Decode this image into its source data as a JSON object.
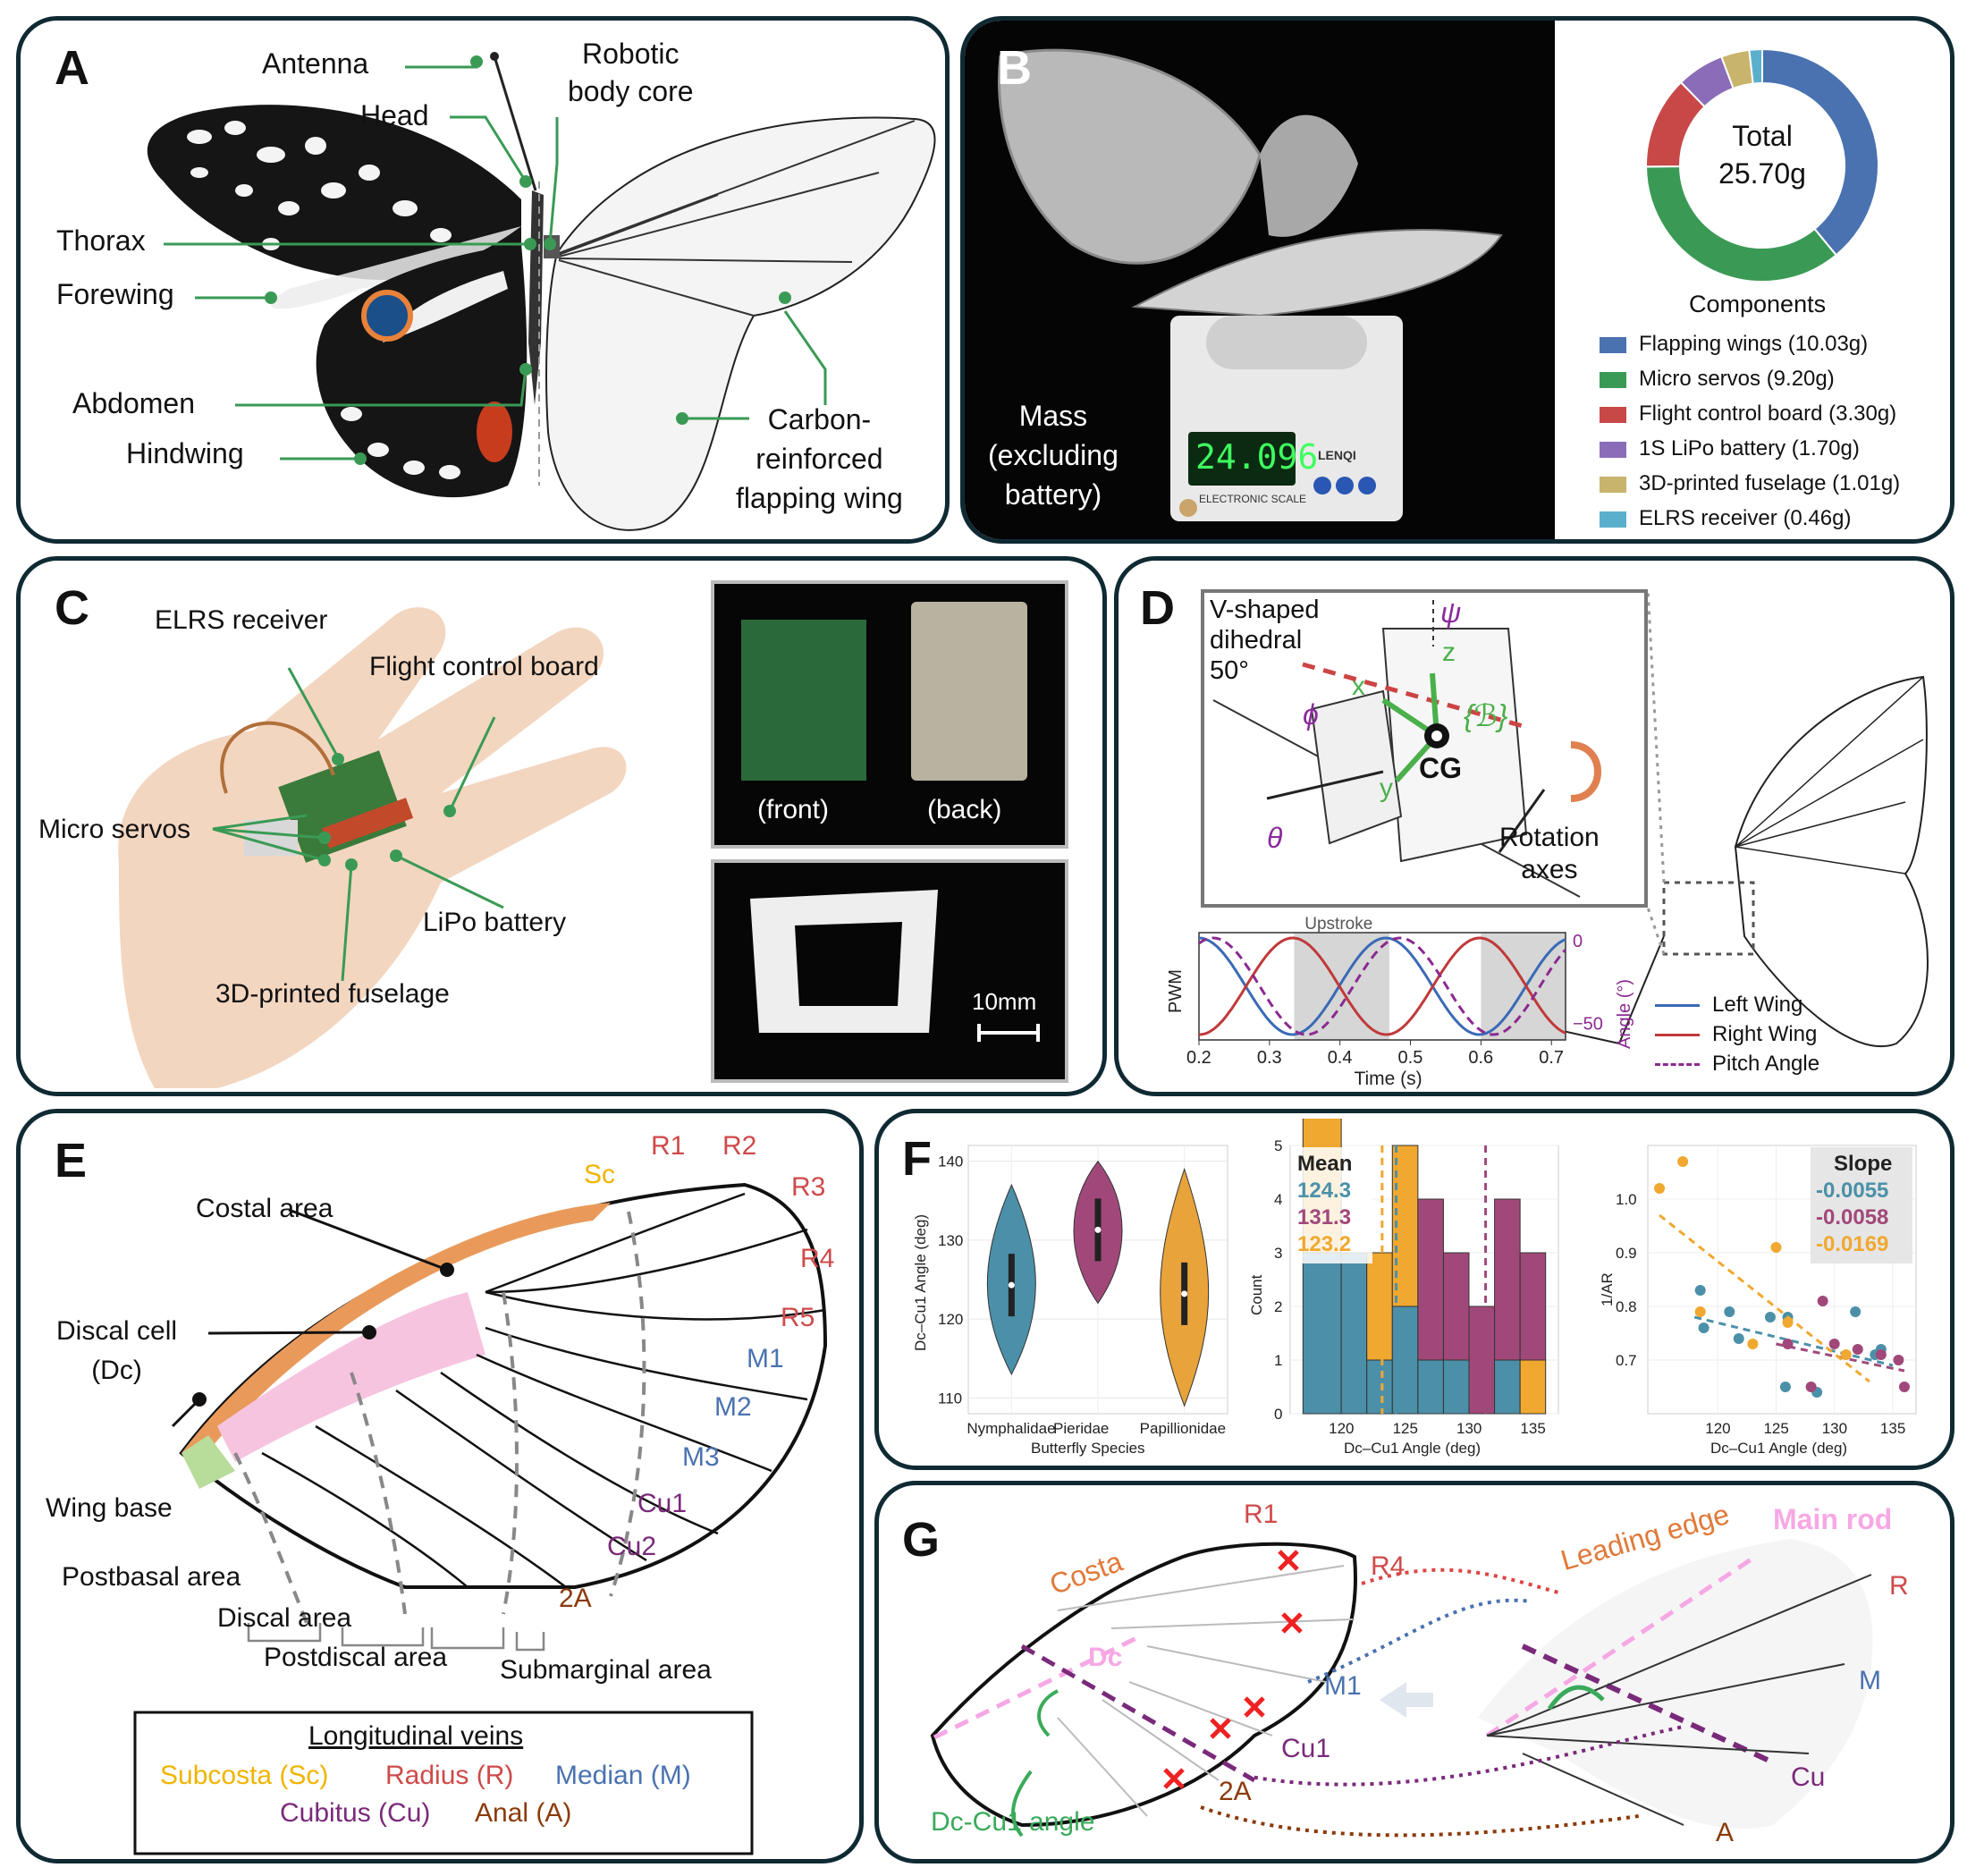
{
  "panels": {
    "A": {
      "label": "A",
      "antenna": "Antenna",
      "head": "Head",
      "robotic_body_core": [
        "Robotic",
        "body core"
      ],
      "thorax": "Thorax",
      "forewing": "Forewing",
      "abdomen": "Abdomen",
      "hindwing": "Hindwing",
      "carbon_wing": [
        "Carbon-",
        "reinforced",
        "flapping wing"
      ]
    },
    "B": {
      "label": "B",
      "mass_caption": [
        "Mass",
        "(excluding",
        "battery)"
      ],
      "scale_reading": "24.096",
      "scale_brand": "LENQI",
      "scale_name": "ELECTRONIC SCALE",
      "donut_center": [
        "Total",
        "25.70g"
      ],
      "components_title": "Components"
    },
    "C": {
      "label": "C",
      "elrs_receiver": "ELRS receiver",
      "flight_control_board": "Flight control board",
      "micro_servos": "Micro servos",
      "lipo_battery": "LiPo battery",
      "fuselage": "3D-printed fuselage",
      "front": "(front)",
      "back": "(back)",
      "scale_bar": "10mm"
    },
    "D": {
      "label": "D",
      "dihedral": [
        "V-shaped",
        "dihedral",
        "50°"
      ],
      "cg": "CG",
      "body_frame": "{ℬ}",
      "rotation_axes": [
        "Rotation",
        "axes"
      ],
      "axis_x": "x",
      "axis_y": "y",
      "axis_z": "z",
      "phi": "ϕ",
      "theta": "θ",
      "psi": "ψ",
      "upstroke": "Upstroke",
      "pwm_label": "PWM",
      "angle_label": "Angle (°)",
      "time_label": "Time (s)",
      "x_ticks": [
        "0.2",
        "0.3",
        "0.4",
        "0.5",
        "0.6",
        "0.7"
      ],
      "angle_ticks": [
        "0",
        "−50"
      ],
      "legend": [
        "Left Wing",
        "Right Wing",
        "Pitch Angle"
      ]
    },
    "E": {
      "label": "E",
      "sc": "Sc",
      "r_labels": [
        "R1",
        "R2",
        "R3",
        "R4",
        "R5"
      ],
      "m_labels": [
        "M1",
        "M2",
        "M3"
      ],
      "cu_labels": [
        "Cu1",
        "Cu2"
      ],
      "a_label": "2A",
      "costal_area": "Costal area",
      "discal_cell": [
        "Discal cell",
        "(Dc)"
      ],
      "wing_base": "Wing base",
      "postbasal": "Postbasal area",
      "discal_area": "Discal area",
      "postdiscal": "Postdiscal area",
      "submarginal": "Submarginal area",
      "legend_title": "Longitudinal veins",
      "legend_items": [
        "Subcosta (Sc)",
        "Radius (R)",
        "Median (M)",
        "Cubitus (Cu)",
        "Anal (A)"
      ]
    },
    "F": {
      "label": "F",
      "mean_title": "Mean",
      "slope_title": "Slope"
    },
    "G": {
      "label": "G",
      "costa": "Costa",
      "r1": "R1",
      "r4": "R4",
      "dc": "Dc",
      "m1": "M1",
      "cu1": "Cu1",
      "a2": "2A",
      "dc_cu1": "Dc-Cu1 angle",
      "leading_edge": "Leading edge",
      "main_rod": "Main rod",
      "r": "R",
      "m": "M",
      "cu": "Cu",
      "a": "A"
    }
  },
  "colors": {
    "frame": "#0f2a33",
    "green": "#3a9a55",
    "blue": "#4a72b0",
    "red": "#c84848",
    "purple": "#9b2f8c",
    "orange": "#e8a33a",
    "teal": "#4b90a8",
    "magenta": "#a1487a",
    "sc_yellow": "#f0b400",
    "vein_red": "#cf4a4a",
    "vein_blue": "#4a72b0",
    "vein_purple": "#7a2a7a",
    "vein_brown": "#8b3a0a",
    "leading_orange": "#e07a3a",
    "pink": "#f6a8e4"
  },
  "chart_data": [
    {
      "id": "B-donut",
      "type": "pie",
      "title": "Components",
      "series": [
        {
          "name": "Flapping wings (10.03g)",
          "value": 10.03,
          "color": "#4a72b0"
        },
        {
          "name": "Micro servos (9.20g)",
          "value": 9.2,
          "color": "#3a9a55"
        },
        {
          "name": "Flight control board (3.30g)",
          "value": 3.3,
          "color": "#c84848"
        },
        {
          "name": "1S LiPo battery (1.70g)",
          "value": 1.7,
          "color": "#8b6cb8"
        },
        {
          "name": "3D-printed fuselage (1.01g)",
          "value": 1.01,
          "color": "#c8b46c"
        },
        {
          "name": "ELRS receiver (0.46g)",
          "value": 0.46,
          "color": "#5ab0cc"
        }
      ]
    },
    {
      "id": "D-signals",
      "type": "line",
      "xlabel": "Time (s)",
      "ylabel": "PWM",
      "y2label": "Angle (°)",
      "xlim": [
        0.2,
        0.72
      ],
      "y2lim": [
        -60,
        5
      ],
      "upstroke_bands": [
        [
          0.335,
          0.47
        ],
        [
          0.6,
          0.735
        ]
      ],
      "series": [
        {
          "name": "Left Wing",
          "period": 0.265,
          "phase_max": 0.2,
          "amplitude": 1,
          "style": "solid"
        },
        {
          "name": "Right Wing",
          "period": 0.265,
          "phase_max": 0.333,
          "amplitude": 1,
          "style": "solid"
        },
        {
          "name": "Pitch Angle",
          "period": 0.265,
          "phase_max": 0.22,
          "amplitude": 1,
          "style": "dashed"
        }
      ]
    },
    {
      "id": "F-violin",
      "type": "violin",
      "xlabel": "Butterfly Species",
      "ylabel": "Dc–Cu1 Angle (deg)",
      "ylim": [
        108,
        142
      ],
      "yticks": [
        110,
        120,
        130,
        140
      ],
      "categories": [
        "Nymphalidae",
        "Pieridae",
        "Papillionidae"
      ],
      "values_median": [
        124.3,
        131.3,
        123.2
      ],
      "values_min": [
        113,
        122,
        109
      ],
      "values_max": [
        137,
        140,
        139
      ]
    },
    {
      "id": "F-hist",
      "type": "bar",
      "xlabel": "Dc–Cu1 Angle (deg)",
      "ylabel": "Count",
      "xlim": [
        116,
        137
      ],
      "ylim": [
        0,
        5
      ],
      "xticks": [
        120,
        125,
        130,
        135
      ],
      "yticks": [
        0,
        1,
        2,
        3,
        4,
        5
      ],
      "bin_edges": [
        117,
        120,
        122,
        124,
        126,
        128,
        130,
        132,
        134,
        136
      ],
      "series": [
        {
          "name": "Nymphalidae",
          "color": "#4b90a8",
          "counts": [
            3,
            3,
            1,
            2,
            1,
            1,
            0,
            1,
            0
          ]
        },
        {
          "name": "Papillionidae",
          "color": "#f0a830",
          "counts": [
            3,
            0,
            2,
            3,
            0,
            0,
            0,
            0,
            1
          ]
        },
        {
          "name": "Pieridae",
          "color": "#a1487a",
          "counts": [
            0,
            0,
            0,
            0,
            3,
            2,
            2,
            3,
            2
          ]
        }
      ],
      "means": [
        {
          "value": 124.3,
          "color": "#4b90a8"
        },
        {
          "value": 131.3,
          "color": "#a1487a"
        },
        {
          "value": 123.2,
          "color": "#f0a830"
        }
      ],
      "mean_labels": [
        "124.3",
        "131.3",
        "123.2"
      ]
    },
    {
      "id": "F-scatter",
      "type": "scatter",
      "xlabel": "Dc–Cu1 Angle (deg)",
      "ylabel": "1/AR",
      "xlim": [
        114,
        137
      ],
      "ylim": [
        0.6,
        1.1
      ],
      "xticks": [
        120,
        125,
        130,
        135
      ],
      "yticks": [
        0.7,
        0.8,
        0.9,
        1.0
      ],
      "series": [
        {
          "name": "Nymphalidae",
          "color": "#4b90a8",
          "slope": "-0.0055",
          "points": [
            [
              118.5,
              0.83
            ],
            [
              118.8,
              0.76
            ],
            [
              121,
              0.79
            ],
            [
              121.8,
              0.74
            ],
            [
              124.5,
              0.78
            ],
            [
              126,
              0.78
            ],
            [
              125.8,
              0.65
            ],
            [
              128.5,
              0.64
            ],
            [
              131.8,
              0.79
            ],
            [
              133.5,
              0.71
            ],
            [
              134,
              0.72
            ]
          ],
          "fit": [
            [
              118,
              0.78
            ],
            [
              135,
              0.69
            ]
          ]
        },
        {
          "name": "Pieridae",
          "color": "#a1487a",
          "slope": "-0.0058",
          "points": [
            [
              126,
              0.73
            ],
            [
              128,
              0.65
            ],
            [
              129,
              0.81
            ],
            [
              130,
              0.73
            ],
            [
              132,
              0.72
            ],
            [
              134,
              0.71
            ],
            [
              135.5,
              0.7
            ],
            [
              136,
              0.65
            ]
          ],
          "fit": [
            [
              125,
              0.73
            ],
            [
              136,
              0.68
            ]
          ]
        },
        {
          "name": "Papillionidae",
          "color": "#f0a830",
          "slope": "-0.0169",
          "points": [
            [
              115,
              1.02
            ],
            [
              117,
              1.07
            ],
            [
              118.5,
              0.79
            ],
            [
              123,
              0.73
            ],
            [
              125,
              0.91
            ],
            [
              126,
              0.77
            ],
            [
              131,
              0.71
            ]
          ],
          "fit": [
            [
              115,
              0.97
            ],
            [
              133,
              0.66
            ]
          ]
        }
      ],
      "slope_labels": [
        "-0.0055",
        "-0.0058",
        "-0.0169"
      ]
    }
  ]
}
